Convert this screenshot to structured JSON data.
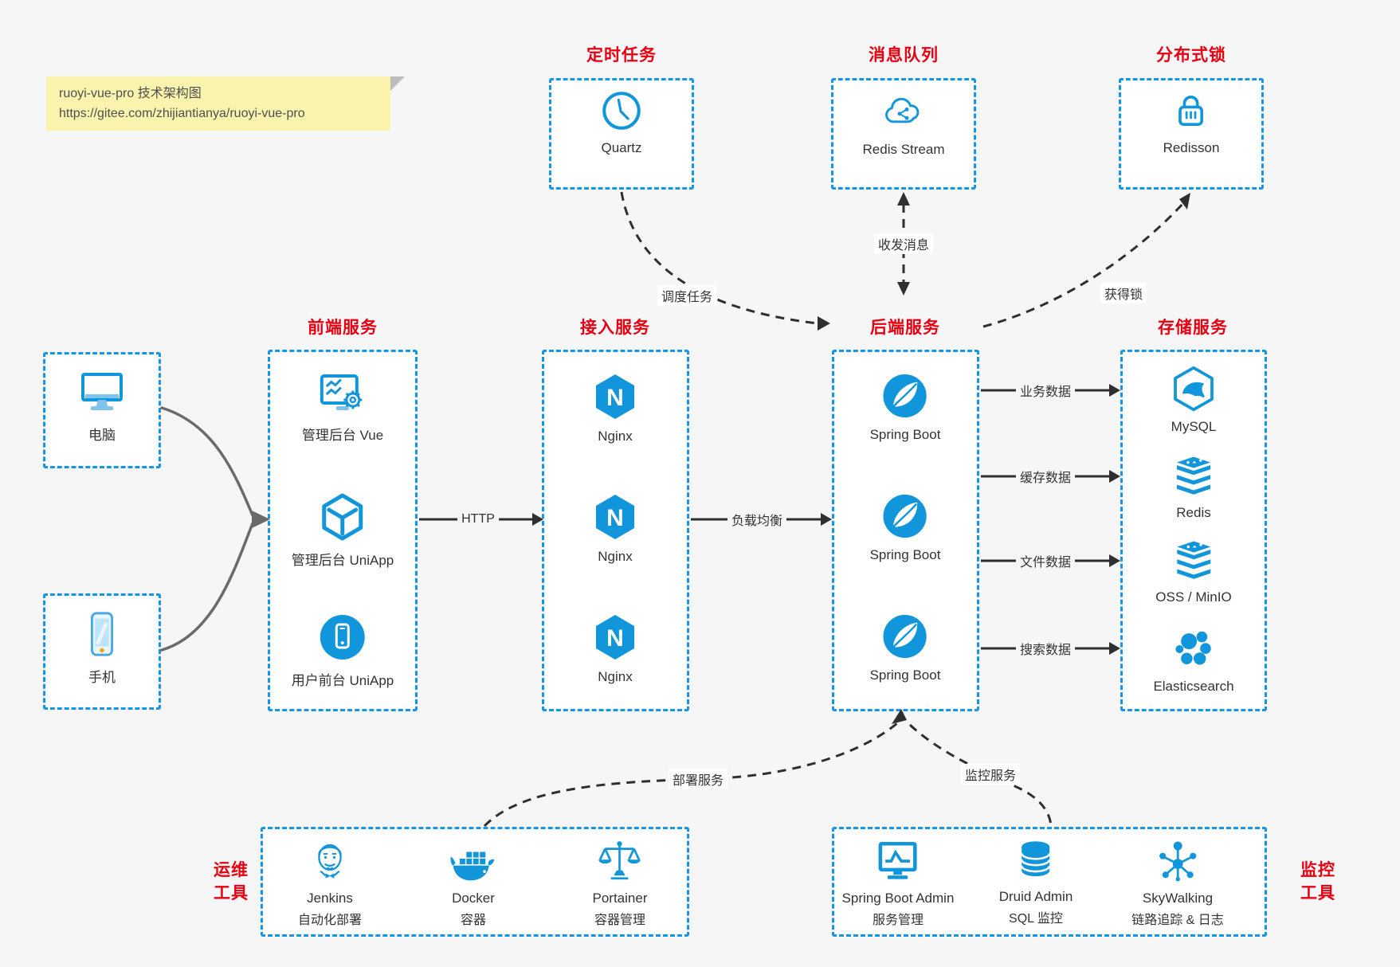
{
  "note": {
    "line1": "ruoyi-vue-pro 技术架构图",
    "line2": "https://gitee.com/zhijiantianya/ruoyi-vue-pro"
  },
  "colors": {
    "accent_blue": "#1296db",
    "box_border_blue": "#1496e8",
    "title_red": "#e60012",
    "arrow_black": "#2f2f2f",
    "arrow_gray": "#6a6a6a",
    "note_yellow": "#faf3ae",
    "background": "#f6f6f7"
  },
  "top_groups": [
    {
      "title": "定时任务",
      "node": {
        "label": "Quartz",
        "icon": "clock-icon"
      }
    },
    {
      "title": "消息队列",
      "node": {
        "label": "Redis Stream",
        "icon": "cloud-stream-icon"
      }
    },
    {
      "title": "分布式锁",
      "node": {
        "label": "Redisson",
        "icon": "lock-icon"
      }
    }
  ],
  "clients": [
    {
      "label": "电脑",
      "icon": "desktop-icon"
    },
    {
      "label": "手机",
      "icon": "phone-icon"
    }
  ],
  "columns": [
    {
      "title": "前端服务",
      "items": [
        {
          "label": "管理后台 Vue",
          "icon": "admin-vue-icon"
        },
        {
          "label": "管理后台 UniApp",
          "icon": "uniapp-cube-icon"
        },
        {
          "label": "用户前台 UniApp",
          "icon": "user-app-icon"
        }
      ]
    },
    {
      "title": "接入服务",
      "items": [
        {
          "label": "Nginx",
          "icon": "nginx-icon"
        },
        {
          "label": "Nginx",
          "icon": "nginx-icon"
        },
        {
          "label": "Nginx",
          "icon": "nginx-icon"
        }
      ]
    },
    {
      "title": "后端服务",
      "items": [
        {
          "label": "Spring Boot",
          "icon": "spring-leaf-icon"
        },
        {
          "label": "Spring Boot",
          "icon": "spring-leaf-icon"
        },
        {
          "label": "Spring Boot",
          "icon": "spring-leaf-icon"
        }
      ]
    },
    {
      "title": "存储服务",
      "items": [
        {
          "label": "MySQL",
          "icon": "mysql-icon"
        },
        {
          "label": "Redis",
          "icon": "redis-stack-icon"
        },
        {
          "label": "OSS / MinIO",
          "icon": "oss-stack-icon"
        },
        {
          "label": "Elasticsearch",
          "icon": "elasticsearch-icon"
        }
      ]
    }
  ],
  "edges": {
    "http": "HTTP",
    "load_balance": "负载均衡",
    "schedule_task": "调度任务",
    "send_receive_message": "收发消息",
    "acquire_lock": "获得锁",
    "deploy_service": "部署服务",
    "monitor_service": "监控服务",
    "data_links": [
      "业务数据",
      "缓存数据",
      "文件数据",
      "搜索数据"
    ]
  },
  "bottom_groups": [
    {
      "title_lines": [
        "运维",
        "工具"
      ],
      "items": [
        {
          "label": "Jenkins",
          "sublabel": "自动化部署",
          "icon": "jenkins-icon"
        },
        {
          "label": "Docker",
          "sublabel": "容器",
          "icon": "docker-whale-icon"
        },
        {
          "label": "Portainer",
          "sublabel": "容器管理",
          "icon": "portainer-scales-icon"
        }
      ]
    },
    {
      "title_lines": [
        "监控",
        "工具"
      ],
      "items": [
        {
          "label": "Spring Boot Admin",
          "sublabel": "服务管理",
          "icon": "monitor-screen-icon"
        },
        {
          "label": "Druid Admin",
          "sublabel": "SQL 监控",
          "icon": "database-icon"
        },
        {
          "label": "SkyWalking",
          "sublabel": "链路追踪 & 日志",
          "icon": "topology-icon"
        }
      ]
    }
  ]
}
